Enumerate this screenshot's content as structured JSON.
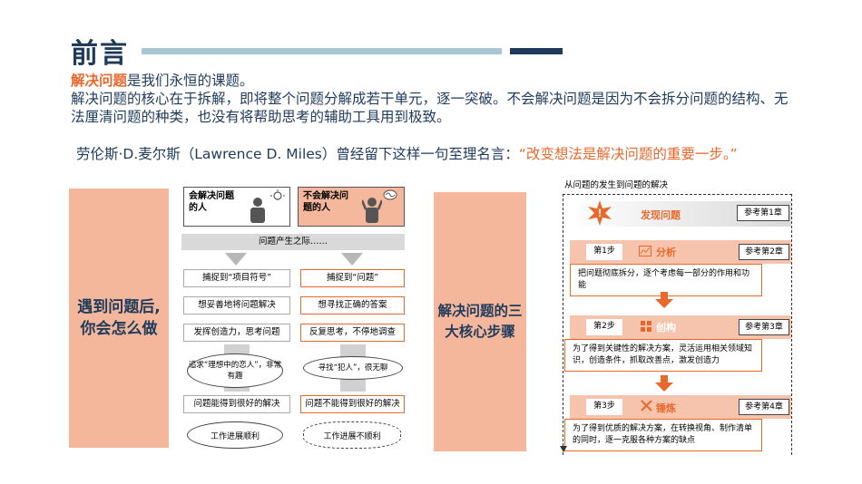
{
  "header": {
    "title": "前言"
  },
  "intro": {
    "highlight": "解决问题",
    "line1_rest": "是我们永恒的课题。",
    "line2": "解决问题的核心在于拆解，即将整个问题分解成若干单元，逐一突破。不会解决问题是因为不会拆分问题的结构、无法厘清问题的种类，也没有将帮助思考的辅助工具用到极致。"
  },
  "quote": {
    "lead": "劳伦斯·D.麦尔斯（Lawrence D. Miles）曾经留下这样一句至理名言：",
    "text": "“改变想法是解决问题的重要一步。”"
  },
  "left_panel": {
    "line1": "遇到问题后,",
    "line2": "你会怎么做"
  },
  "comparison": {
    "good_label": "会解决问题的人",
    "bad_label": "不会解决问题的人",
    "band": "问题产生之际……",
    "good_steps": [
      "捕捉到“项目符号”",
      "想妥善地将问题解决",
      "发挥创造力，思考问题"
    ],
    "bad_steps": [
      "捕捉到“问题”",
      "想寻找正确的答案",
      "反复思考，不停地调查"
    ],
    "good_bubble": "追求“理想中的恋人”，非常有趣",
    "bad_bubble": "寻找“犯人”，很无聊",
    "good_result": "问题能得到很好的解决",
    "bad_result": "问题不能得到很好的解决",
    "good_outcome": "工作进展顺利",
    "bad_outcome": "工作进展不顺利"
  },
  "mid_panel": {
    "line1": "解决问题的三",
    "line2": "大核心步骤"
  },
  "flow": {
    "caption": "从问题的发生到问题的解决",
    "discover": {
      "name": "发现问题",
      "ref": "参考第1章"
    },
    "steps": [
      {
        "tag": "第1步",
        "name": "分析",
        "ref": "参考第2章",
        "desc": "把问题彻底拆分，逐个考虑每一部分的作用和功能"
      },
      {
        "tag": "第2步",
        "name": "创构",
        "ref": "参考第3章",
        "desc": "为了得到关键性的解决方案，灵活运用相关领域知识，创造条件，抓取改善点，激发创造力"
      },
      {
        "tag": "第3步",
        "name": "锤炼",
        "ref": "参考第4章",
        "desc": "为了得到优质的解决方案，在转换视角、制作清单的同时，逐一克服各种方案的缺点"
      }
    ]
  },
  "colors": {
    "navy": "#1f3b5c",
    "orange": "#e8692c",
    "peach": "#f4b79b",
    "steel": "#a7c7d5"
  }
}
